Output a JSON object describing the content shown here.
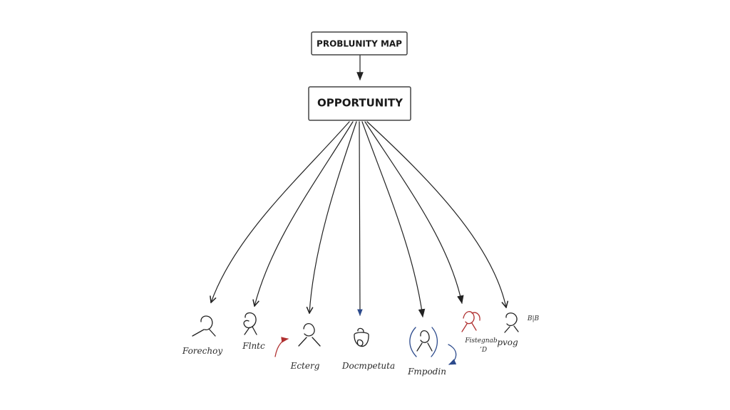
{
  "title_box": {
    "label": "PROBLUNITY MAP"
  },
  "main_box": {
    "label": "OPPORTUNITY"
  },
  "branches": [
    {
      "label": "Forechoy"
    },
    {
      "label": "Flntc"
    },
    {
      "label": "Ecterg"
    },
    {
      "label": "Docmpetuta"
    },
    {
      "label": "Fmpodin"
    },
    {
      "label": "Fistegnab",
      "sub_label": "’D"
    },
    {
      "label": "pvog",
      "sub_label": "B|B"
    }
  ],
  "colors": {
    "ink": "#222222",
    "red_accent": "#b03030",
    "blue_accent": "#2c4a8c"
  }
}
